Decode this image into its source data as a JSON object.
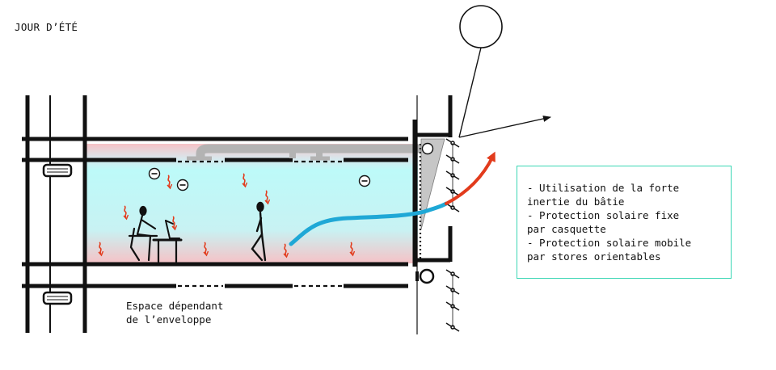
{
  "title": "JOUR D’ÉTÉ",
  "legend": {
    "lines": [
      "- Utilisation de la forte",
      "inertie du bâtie",
      "- Protection solaire fixe",
      "par casquette",
      "- Protection solaire mobile",
      "par stores orientables"
    ]
  },
  "space_label": {
    "line1": "Espace dépendant",
    "line2": "de l’enveloppe"
  },
  "colors": {
    "outline": "#111111",
    "room_cool": "#bdfaf9",
    "room_warm": "#f6c2c6",
    "heat_arrows": "#e23b1c",
    "cool_airflow": "#1fa8d6",
    "duct": "#b3b3b3",
    "legend_border": "#3ad6b4"
  },
  "icons": [
    "sun-icon",
    "minus-icon",
    "heat-arrow-icon",
    "person-icon",
    "window-icon",
    "fan-icon"
  ]
}
